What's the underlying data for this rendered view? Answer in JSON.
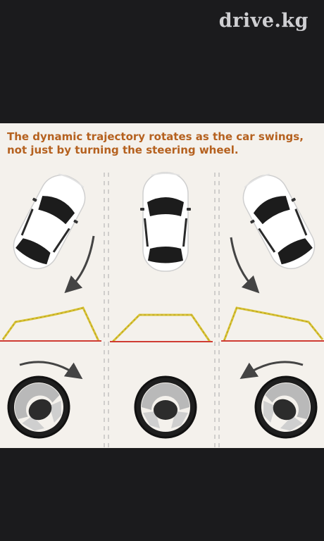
{
  "watermark": "drive.kg",
  "caption": {
    "line1": "The dynamic trajectory rotates as the car swings,",
    "line2": "not just by turning the steering wheel."
  },
  "colors": {
    "caption": "#b5611f",
    "guide_yellow": "#d8c437",
    "guide_red": "#cf3c33",
    "background": "#1b1b1d",
    "panel": "#f4f1ec"
  },
  "icons": [
    "car-top-view-icon",
    "curved-arrow-icon",
    "steering-wheel-icon",
    "parking-trajectory-guide"
  ]
}
